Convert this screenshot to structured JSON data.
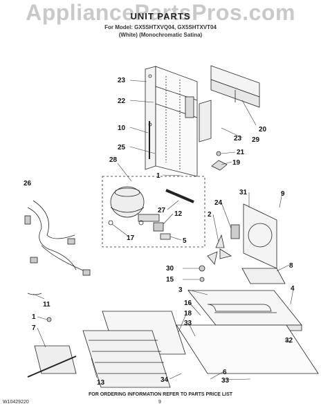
{
  "watermark": "AppliancePartsPros.com",
  "header": {
    "title": "UNIT PARTS",
    "model_line": "For Model: GX5SHTXVQ04, GX5SHTXVT04",
    "variant_line": "(White)   (Monochromatic Satina)"
  },
  "callouts": {
    "c23a": "23",
    "c22": "22",
    "c10": "10",
    "c25": "25",
    "c28": "28",
    "c1a": "1",
    "c20": "20",
    "c29": "29",
    "c23b": "23",
    "c21": "21",
    "c19": "19",
    "c26": "26",
    "c27": "27",
    "c12": "12",
    "c17": "17",
    "c5": "5",
    "c31": "31",
    "c9": "9",
    "c24": "24",
    "c2": "2",
    "c30": "30",
    "c15": "15",
    "c3": "3",
    "c8": "8",
    "c4": "4",
    "c11": "11",
    "c16": "16",
    "c18": "18",
    "c1b": "1",
    "c7": "7",
    "c33a": "33",
    "c32": "32",
    "c13": "13",
    "c34": "34",
    "c6": "6",
    "c33b": "33"
  },
  "footer": {
    "doc_number": "W10429220",
    "page_number": "9",
    "note": "FOR ORDERING INFORMATION REFER TO PARTS PRICE LIST"
  }
}
